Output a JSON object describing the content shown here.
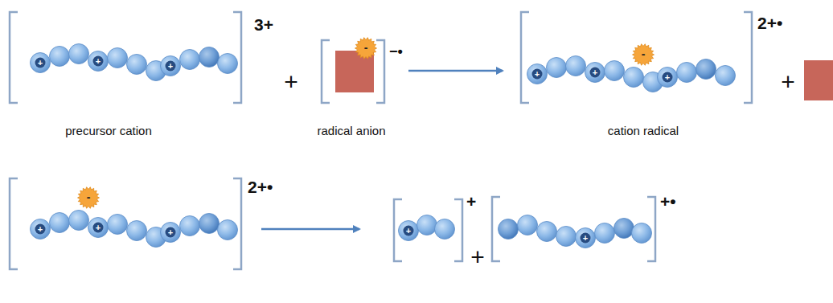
{
  "diagram": {
    "labels": [
      "3+",
      "+",
      "−•",
      "2+•",
      "+",
      "precursor cation",
      "radical anion",
      "cation radical",
      "2+•",
      "+",
      "+",
      "+•",
      "+",
      "+",
      "+",
      "-",
      "+",
      "+",
      "+",
      "-",
      "+",
      "+",
      "+",
      "-",
      "+",
      "+"
    ]
  }
}
